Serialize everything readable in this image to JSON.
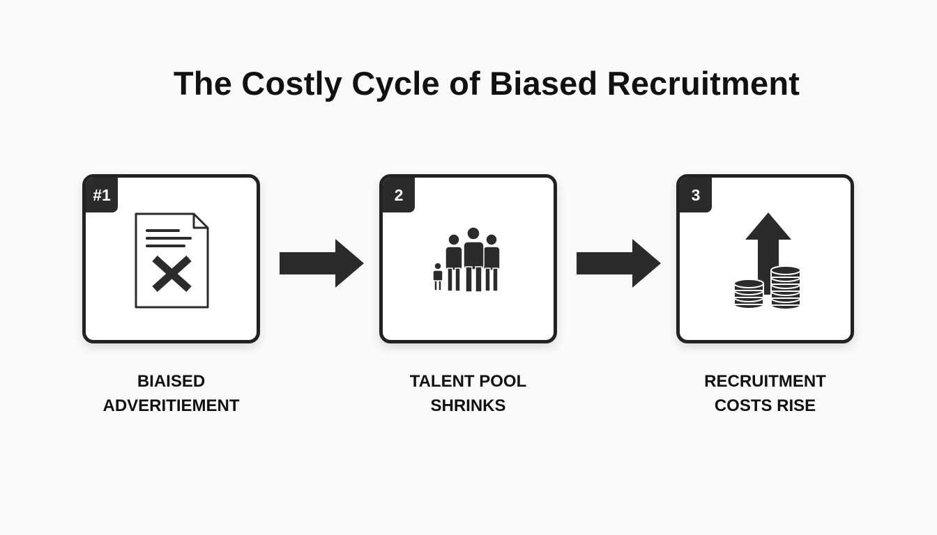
{
  "title": "The Costly Cycle of Biased Recruitment",
  "colors": {
    "background": "#fafafa",
    "card_border": "#222222",
    "badge": "#2b2b2b",
    "icon": "#2b2b2b",
    "text": "#111111"
  },
  "steps": [
    {
      "number": "#1",
      "label": "BIAISED\nADVERITIEMENT",
      "icon": "document-cross-icon"
    },
    {
      "number": "2",
      "label": "TALENT POOL\nSHRINKS",
      "icon": "people-group-icon"
    },
    {
      "number": "3",
      "label": "RECRUITMENT\nCOSTS RISE",
      "icon": "coins-up-arrow-icon"
    }
  ]
}
